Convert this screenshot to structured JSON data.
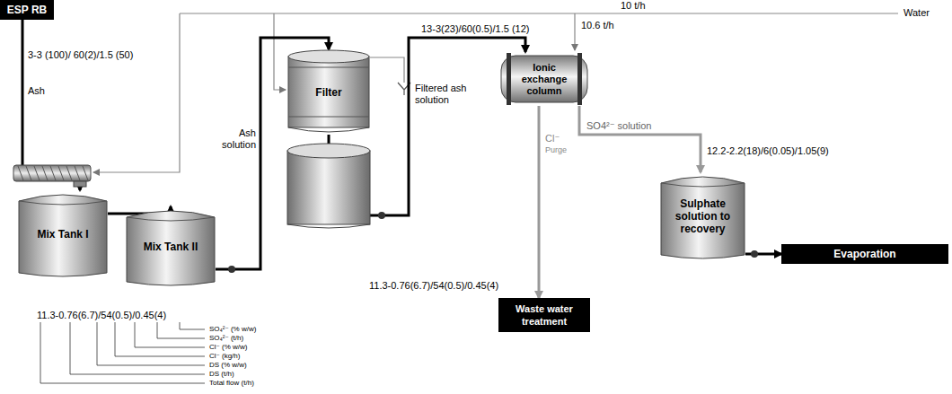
{
  "diagram": {
    "nodes": [
      {
        "text": [
          "ESP RB"
        ]
      },
      {
        "text": [
          "Mix Tank I"
        ]
      },
      {
        "text": [
          "Mix Tank II"
        ]
      },
      {
        "text": [
          "Filter"
        ]
      },
      {
        "text": [
          "Ionic exchange column"
        ]
      },
      {
        "text": [
          "Waste water treatment"
        ]
      },
      {
        "text": [
          "Sulphate solution to recovery"
        ]
      },
      {
        "text": [
          "Evaporation"
        ]
      }
    ],
    "edges": [
      {
        "from": 0,
        "to": 1,
        "arrow": "to",
        "label": "Ash"
      },
      {
        "from": 1,
        "to": 2,
        "arrow": "to"
      },
      {
        "from": 2,
        "to": 3,
        "arrow": "to",
        "label": "Ash solution"
      },
      {
        "from": 3,
        "to": 4,
        "arrow": "to",
        "label": "Filtered ash solution"
      },
      {
        "from": 4,
        "to": 5,
        "arrow": "to"
      },
      {
        "from": 4,
        "to": 6,
        "arrow": "to",
        "label": "SO4²⁻ solution"
      },
      {
        "from": 6,
        "to": 7,
        "arrow": "to"
      }
    ],
    "labels": [
      "3-3 (100)/ 60(2)/1.5 (50)",
      "10 t/h",
      "Water",
      "10.6 t/h",
      "13-3(23)/60(0.5)/1.5 (12)",
      "Cl⁻",
      "Purge",
      "11.3-0.76(6.7)/54(0.5)/0.45(4)",
      "12.2-2.2(18)/6(0.05)/1.05(9)",
      "11.3-0.76(6.7)/54(0.5)/0.45(4)",
      "SO₄²⁻ (% w/w)",
      "SO₄²⁻ (t/h)",
      "Cl⁻ (% w/w)",
      "Cl⁻ (kg/h)",
      "DS (% w/w)",
      "DS (t/h)",
      "Total flow (t/h)"
    ]
  }
}
